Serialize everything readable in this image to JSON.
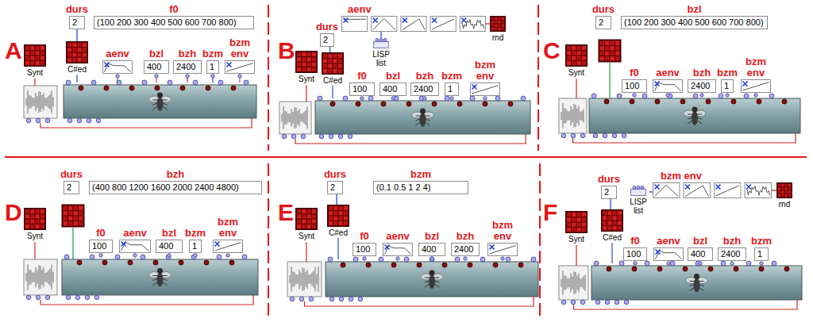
{
  "diagram": {
    "nodes": [
      {
        "text": [
          "durs",
          "2"
        ]
      },
      {
        "text": [
          "f0",
          "(100 200 300 400 500 600 700 800)"
        ]
      },
      {
        "text": [
          "Synt"
        ]
      },
      {
        "text": [
          "C#ed"
        ]
      },
      {
        "text": [
          "aenv"
        ]
      },
      {
        "text": [
          "bzl",
          "400"
        ]
      },
      {
        "text": [
          "bzh",
          "2400"
        ]
      },
      {
        "text": [
          "bzm",
          "1"
        ]
      },
      {
        "text": [
          "bzm env"
        ]
      },
      {
        "text": [
          "aenv"
        ]
      },
      {
        "text": [
          "rnd"
        ]
      },
      {
        "text": [
          "durs",
          "2"
        ]
      },
      {
        "text": [
          "LISP list"
        ]
      },
      {
        "text": [
          "Synt"
        ]
      },
      {
        "text": [
          "C#ed"
        ]
      },
      {
        "text": [
          "f0",
          "100"
        ]
      },
      {
        "text": [
          "bzl",
          "400"
        ]
      },
      {
        "text": [
          "bzh",
          "2400"
        ]
      },
      {
        "text": [
          "bzm",
          "1"
        ]
      },
      {
        "text": [
          "bzm env"
        ]
      },
      {
        "text": [
          "durs",
          "2"
        ]
      },
      {
        "text": [
          "bzl",
          "(100 200 300 400 500 600 700 800)"
        ]
      },
      {
        "text": [
          "Synt"
        ]
      },
      {
        "text": [
          "f0",
          "100"
        ]
      },
      {
        "text": [
          "aenv"
        ]
      },
      {
        "text": [
          "bzh",
          "2400"
        ]
      },
      {
        "text": [
          "bzm",
          "1"
        ]
      },
      {
        "text": [
          "bzm env"
        ]
      },
      {
        "text": [
          "durs",
          "2"
        ]
      },
      {
        "text": [
          "bzh",
          "(400 800 1200 1600 2000 2400 4800)"
        ]
      },
      {
        "text": [
          "Synt"
        ]
      },
      {
        "text": [
          "f0",
          "100"
        ]
      },
      {
        "text": [
          "aenv"
        ]
      },
      {
        "text": [
          "bzl",
          "400"
        ]
      },
      {
        "text": [
          "bzm",
          "1"
        ]
      },
      {
        "text": [
          "bzm env"
        ]
      },
      {
        "text": [
          "durs",
          "2"
        ]
      },
      {
        "text": [
          "bzm",
          "(0.1 0.5 1 2 4)"
        ]
      },
      {
        "text": [
          "Synt"
        ]
      },
      {
        "text": [
          "C#ed"
        ]
      },
      {
        "text": [
          "f0",
          "100"
        ]
      },
      {
        "text": [
          "aenv"
        ]
      },
      {
        "text": [
          "bzl",
          "400"
        ]
      },
      {
        "text": [
          "bzh",
          "2400"
        ]
      },
      {
        "text": [
          "bzm env"
        ]
      },
      {
        "text": [
          "bzm env"
        ]
      },
      {
        "text": [
          "rnd"
        ]
      },
      {
        "text": [
          "durs",
          "2"
        ]
      },
      {
        "text": [
          "LISP list"
        ]
      },
      {
        "text": [
          "Synt"
        ]
      },
      {
        "text": [
          "C#ed"
        ]
      },
      {
        "text": [
          "f0",
          "100"
        ]
      },
      {
        "text": [
          "aenv"
        ]
      },
      {
        "text": [
          "bzl",
          "400"
        ]
      },
      {
        "text": [
          "bzh",
          "2400"
        ]
      },
      {
        "text": [
          "bzm",
          "1"
        ]
      }
    ],
    "edges": [
      {
        "from": 0,
        "to": 3,
        "arrow": "none"
      },
      {
        "from": 10,
        "to": 9,
        "arrow": "none"
      },
      {
        "from": 9,
        "to": 12,
        "arrow": "none"
      },
      {
        "from": 11,
        "to": 14,
        "arrow": "none"
      },
      {
        "from": 36,
        "to": 39,
        "arrow": "none"
      },
      {
        "from": 46,
        "to": 45,
        "arrow": "none"
      },
      {
        "from": 45,
        "to": 48,
        "arrow": "none"
      },
      {
        "from": 47,
        "to": 50,
        "arrow": "none"
      }
    ],
    "labels": [
      "A",
      "B",
      "C",
      "D",
      "E",
      "F"
    ]
  }
}
